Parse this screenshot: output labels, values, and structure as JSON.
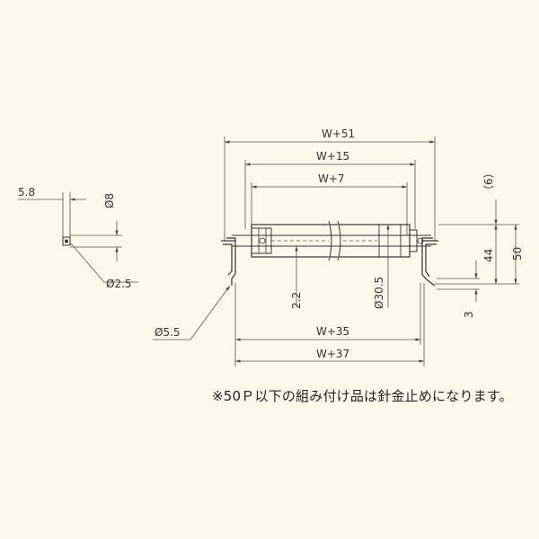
{
  "drawing": {
    "dims": {
      "w51": "W+51",
      "w15": "W+15",
      "w7": "W+7",
      "w35": "W+35",
      "w37": "W+37",
      "d6": "（6）",
      "d50": "50",
      "d44": "44",
      "d3": "3",
      "d22": "2.2",
      "d305": "Ø30.5",
      "d58": "5.8",
      "d8": "Ø8",
      "d25": "Ø2.5",
      "d55": "Ø5.5"
    },
    "note": "※50Ｐ以下の組み付け品は針金止めになります。"
  }
}
